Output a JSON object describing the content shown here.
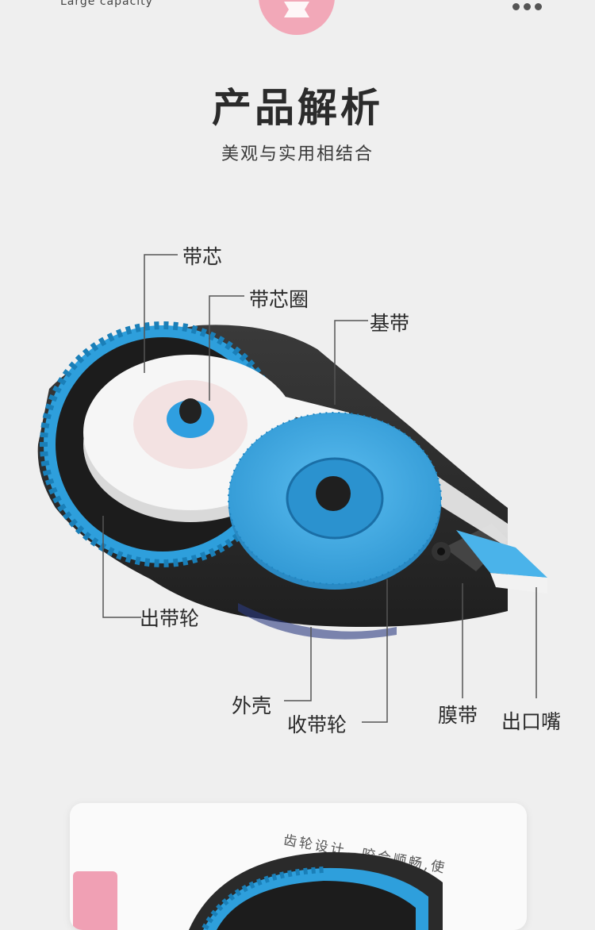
{
  "header": {
    "caption": "Large capacity"
  },
  "section": {
    "title": "产品解析",
    "subtitle": "美观与实用相结合"
  },
  "diagram": {
    "labels": {
      "core": "带芯",
      "core_ring": "带芯圈",
      "base_tape": "基带",
      "supply_wheel": "出带轮",
      "shell": "外壳",
      "takeup_wheel": "收带轮",
      "film_tape": "膜带",
      "nozzle": "出口嘴"
    }
  },
  "card": {
    "caption": "齿轮设计，咬合顺畅,使"
  },
  "colors": {
    "accent_pink": "#f2a8b8",
    "gear_blue": "#3aa6dc",
    "shell_dark": "#2f2f2f",
    "background": "#efefef"
  }
}
